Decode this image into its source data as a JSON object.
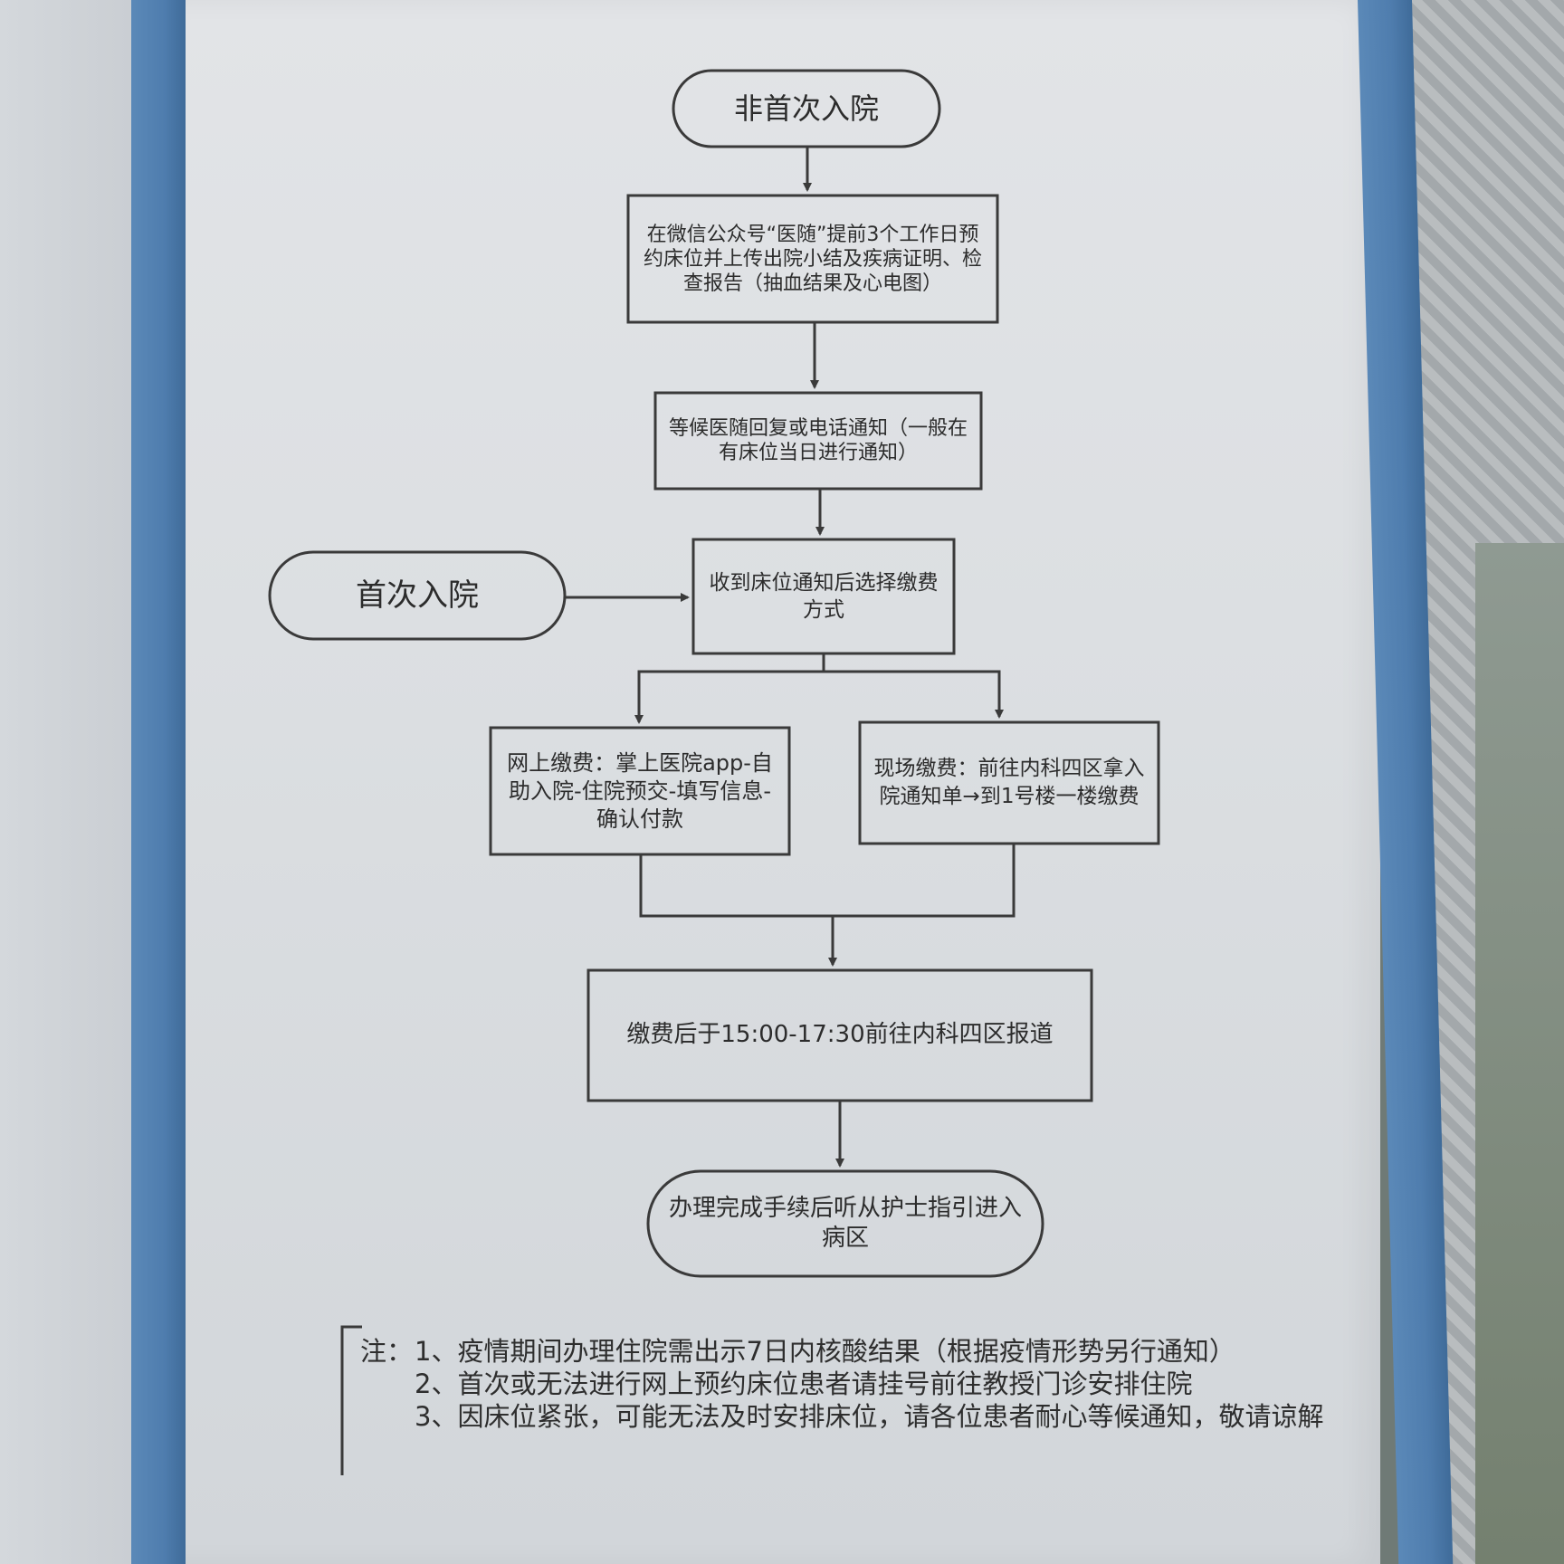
{
  "flowchart": {
    "nodes": {
      "start_repeat": "非首次入院",
      "wechat_booking": "在微信公众号“医随”提前3个工作日预约床位并上传出院小结及疾病证明、检查报告（抽血结果及心电图）",
      "wait_notice": "等候医随回复或电话通知（一般在有床位当日进行通知）",
      "start_first": "首次入院",
      "choose_payment": "收到床位通知后选择缴费方式",
      "online_payment": "网上缴费：掌上医院app-自助入院-住院预交-填写信息-确认付款",
      "onsite_payment": "现场缴费：前往内科四区拿入院通知单→到1号楼一楼缴费",
      "report": "缴费后于15:00-17:30前往内科四区报道",
      "finish": "办理完成手续后听从护士指引进入病区"
    }
  },
  "notes": {
    "prefix": "注：",
    "items": [
      "1、疫情期间办理住院需出示7日内核酸结果（根据疫情形势另行通知）",
      "2、首次或无法进行网上预约床位患者请挂号前往教授门诊安排住院",
      "3、因床位紧张，可能无法及时安排床位，请各位患者耐心等候通知，敬请谅解"
    ]
  }
}
